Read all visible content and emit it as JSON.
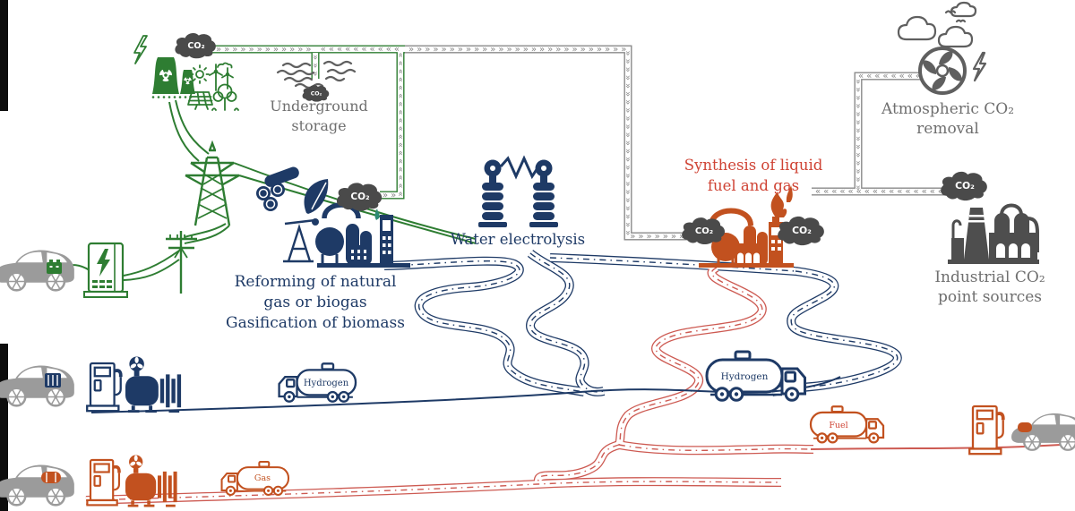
{
  "colors": {
    "green": "#2e7d32",
    "navy": "#1e3a66",
    "orange": "#c2511f",
    "redtext": "#cf4334",
    "roadred": "#cd5a52",
    "graytext": "#6f6f6f",
    "cloud": "#4a4a4a",
    "industrial": "#4e4e4e",
    "atmo": "#5f5f5f",
    "pipegray": "#8a8a8a",
    "carbody": "#9b9b9b",
    "edge": "#0d0d0d"
  },
  "diagram": {
    "pipe_flow_marker": "»",
    "co2": "CO₂",
    "labels": {
      "underground1": "Underground",
      "underground2": "storage",
      "electrolysis": "Water electrolysis",
      "reforming1": "Reforming of natural",
      "reforming2": "gas or biogas",
      "reforming3": "Gasification of biomass",
      "synthesis1": "Synthesis of liquid",
      "synthesis2": "fuel and gas",
      "atmospheric1": "Atmospheric CO₂",
      "atmospheric2": "removal",
      "industrial1": "Industrial CO₂",
      "industrial2": "point sources"
    },
    "trucks": {
      "hydrogen_station": "Hydrogen",
      "hydrogen_road": "Hydrogen",
      "gas": "Gas",
      "fuel": "Fuel"
    }
  }
}
